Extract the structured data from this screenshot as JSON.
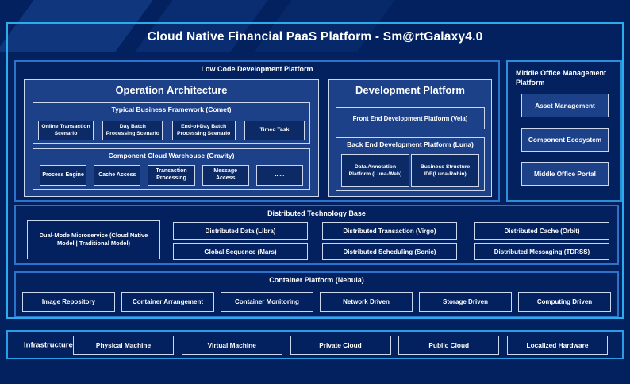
{
  "title": "Cloud Native Financial PaaS Platform - Sm@rtGalaxy4.0",
  "low_code": {
    "label": "Low Code Development Platform",
    "operation": {
      "title": "Operation Architecture",
      "comet": {
        "label": "Typical Business Framework (Comet)",
        "items": [
          "Online Transaction Scenario",
          "Day Batch Processing Scenario",
          "End-of-Day Batch Processing Scenario",
          "Timed Task"
        ]
      },
      "gravity": {
        "label": "Component Cloud Warehouse (Gravity)",
        "items": [
          "Process Engine",
          "Cache Access",
          "Transaction Processing",
          "Message Access",
          "......"
        ]
      }
    },
    "development": {
      "title": "Development Platform",
      "front_end": "Front End Development Platform (Vela)",
      "back_end": {
        "label": "Back End Development Platform (Luna)",
        "items": [
          "Data Annotation Platform (Luna-Web)",
          "Business Structure IDE(Luna-Robin)"
        ]
      }
    }
  },
  "middle_office": {
    "label": "Middle Office Management Platform",
    "items": [
      "Asset Management",
      "Component Ecosystem",
      "Middle Office Portal"
    ]
  },
  "distributed": {
    "label": "Distributed Technology Base",
    "dual_mode": "Dual-Mode Microservice (Cloud Native Model | Traditional Model)",
    "row1": [
      "Distributed Data (Libra)",
      "Distributed Transaction (Virgo)",
      "Distributed Cache (Orbit)"
    ],
    "row2": [
      "Global Sequence (Mars)",
      "Distributed Scheduling (Sonic)",
      "Distributed Messaging (TDRSS)"
    ]
  },
  "container": {
    "label": "Container Platform (Nebula)",
    "items": [
      "Image Repository",
      "Container Arrangement",
      "Container Monitoring",
      "Network Driven",
      "Storage Driven",
      "Computing Driven"
    ]
  },
  "infrastructure": {
    "label": "Infrastructure",
    "items": [
      "Physical Machine",
      "Virtual Machine",
      "Private Cloud",
      "Public Cloud",
      "Localized Hardware"
    ]
  },
  "colors": {
    "background": "#03215f",
    "outer_border": "#2badec",
    "section_border": "#2b72c8",
    "panel_fill": "#1c4189",
    "item_dark_fill": "#0c2a66",
    "light_border": "#cdd8ec",
    "text": "#ffffff"
  }
}
